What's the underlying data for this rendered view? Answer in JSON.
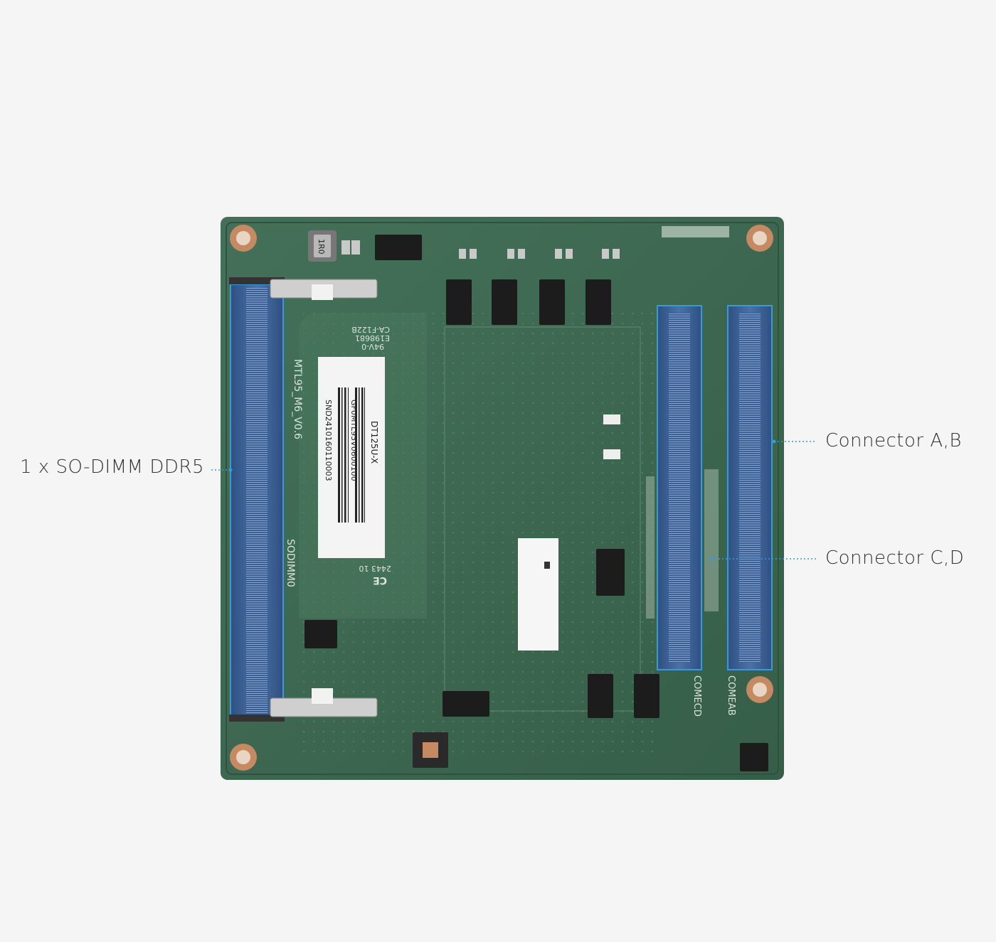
{
  "callouts": {
    "sodimm": "1 x SO-DIMM DDR5",
    "connector_ab": "Connector A,B",
    "connector_cd": "Connector C,D"
  },
  "board": {
    "model_text": "MTL95_M6_V0.6",
    "slot_label": "SODIMM0",
    "label_line1": "DT125U-X",
    "label_line2": "GF0MTL95V0600100",
    "label_line3": "SND2410160110003",
    "cert_line1": "CA-F122B",
    "cert_line2": "E198681",
    "cert_line3": "94V-0",
    "date_code": "2443 10",
    "ce_mark": "CE",
    "inductor": "1R0",
    "comecd": "COMECD",
    "comeab": "COMEAB"
  },
  "colors": {
    "background": "#f5f5f5",
    "pcb": "#3f6a4f",
    "connector": "#3a5f95",
    "highlight": "#3a9ad9",
    "copper": "#c58a62"
  }
}
